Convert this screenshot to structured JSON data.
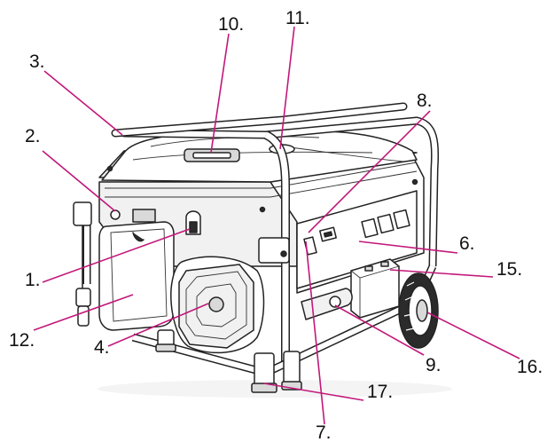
{
  "diagram": {
    "colors": {
      "leader_line": "#c2187a",
      "ink": "#222222",
      "background": "#ffffff"
    },
    "callouts": [
      {
        "id": "c1",
        "text": "1."
      },
      {
        "id": "c2",
        "text": "2."
      },
      {
        "id": "c3",
        "text": "3."
      },
      {
        "id": "c4",
        "text": "4."
      },
      {
        "id": "c6",
        "text": "6."
      },
      {
        "id": "c7",
        "text": "7."
      },
      {
        "id": "c8",
        "text": "8."
      },
      {
        "id": "c9",
        "text": "9."
      },
      {
        "id": "c10",
        "text": "10."
      },
      {
        "id": "c11",
        "text": "11."
      },
      {
        "id": "c12",
        "text": "12."
      },
      {
        "id": "c15",
        "text": "15."
      },
      {
        "id": "c16",
        "text": "16."
      },
      {
        "id": "c17",
        "text": "17."
      }
    ]
  }
}
